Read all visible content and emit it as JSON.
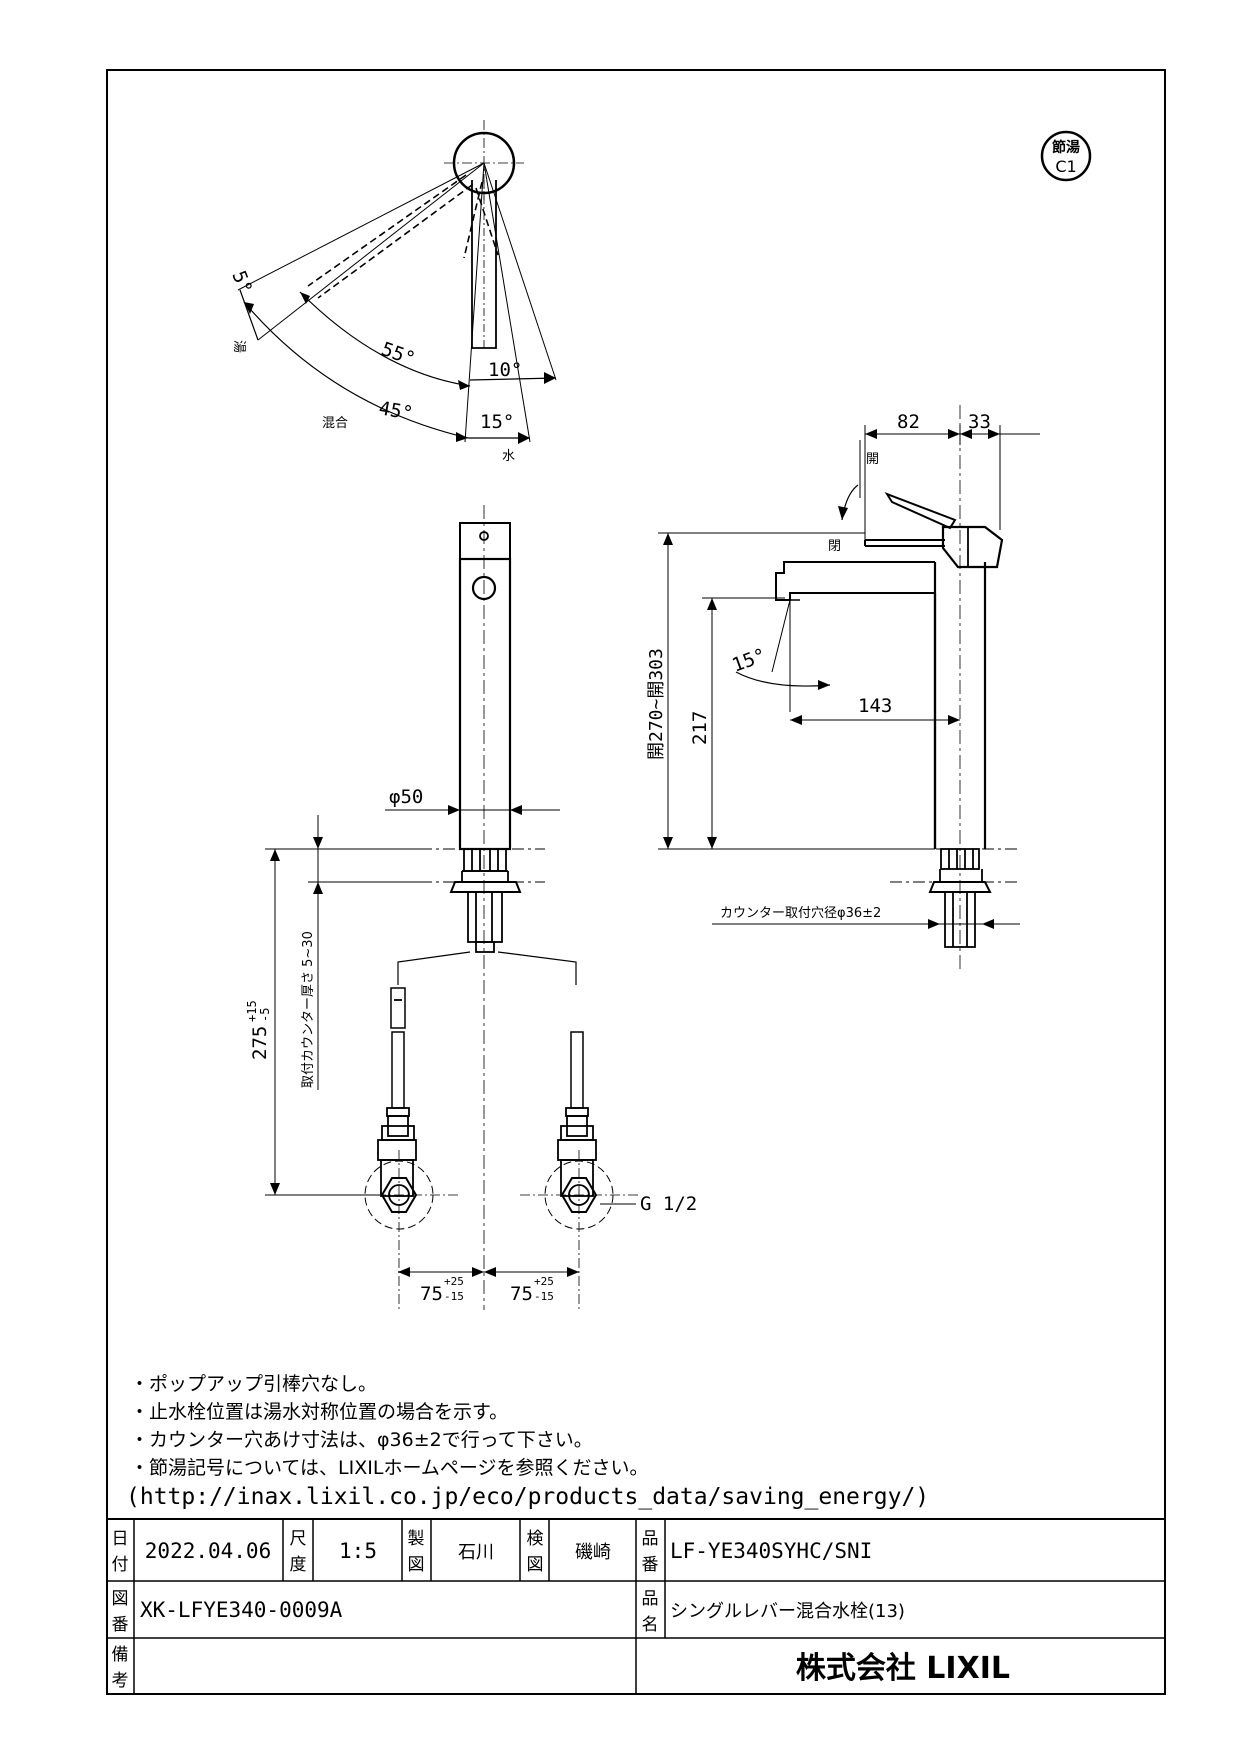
{
  "badge": {
    "top": "節湯",
    "bottom": "C1"
  },
  "top_view": {
    "angle_5": "5°",
    "angle_55": "55°",
    "angle_10": "10°",
    "angle_45": "45°",
    "angle_15": "15°",
    "label_hot": "湯",
    "label_mix": "混合",
    "label_water": "水"
  },
  "front_view": {
    "dia_50": "φ50",
    "dim_275": "275",
    "dim_275_tol_upper": "+15",
    "dim_275_tol_lower": "-5",
    "counter_thickness": "取付カウンター厚さ 5~30",
    "thread": "G 1/2",
    "dim_75_left": "75",
    "dim_75_right": "75",
    "tol_upper": "+25",
    "tol_lower": "-15"
  },
  "side_view": {
    "dim_82": "82",
    "dim_33": "33",
    "label_open": "開",
    "label_close": "閉",
    "dim_open_range": "開270~開303",
    "dim_217": "217",
    "dim_143": "143",
    "angle_15": "15°",
    "counter_hole": "カウンター取付穴径φ36±2"
  },
  "notes": [
    "・ポップアップ引棒穴なし。",
    "・止水栓位置は湯水対称位置の場合を示す。",
    "・カウンター穴あけ寸法は、φ36±2で行って下さい。",
    "・節湯記号については、LIXILホームページを参照ください。"
  ],
  "url": "(http://inax.lixil.co.jp/eco/products_data/saving_energy/)",
  "title_block": {
    "date_label": [
      "日",
      "付"
    ],
    "date": "2022.04.06",
    "scale_label": [
      "尺",
      "度"
    ],
    "scale": "1:5",
    "drawn_label": [
      "製",
      "図"
    ],
    "drawn_by": "石川",
    "checked_label": [
      "検",
      "図"
    ],
    "checked_by": "磯崎",
    "product_no_label": [
      "品",
      "番"
    ],
    "product_no": "LF-YE340SYHC/SNI",
    "drawing_no_label": [
      "図",
      "番"
    ],
    "drawing_no": "XK-LFYE340-0009A",
    "product_name_label": [
      "品",
      "名"
    ],
    "product_name": "シングルレバー混合水栓(13)",
    "remarks_label": [
      "備",
      "考"
    ],
    "company": "株式会社 LIXIL"
  }
}
